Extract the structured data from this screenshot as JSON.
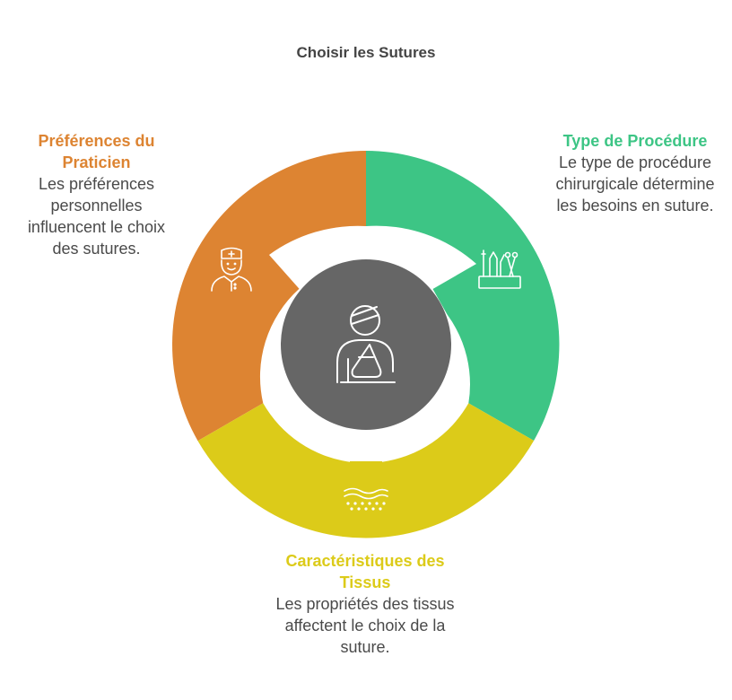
{
  "title": "Choisir les Sutures",
  "colors": {
    "orange": "#DD8432",
    "green": "#3DC585",
    "yellow": "#DCCB19",
    "center": "#666666",
    "title": "#444444",
    "body_text": "#4A4A4A"
  },
  "segments": [
    {
      "key": "left",
      "heading": "Préférences du Praticien",
      "text": "Les préférences personnelles influencent le choix des sutures.",
      "color": "#DD8432",
      "icon": "doctor-icon"
    },
    {
      "key": "right",
      "heading": "Type de Procédure",
      "text": "Le type de procédure chirurgicale détermine les besoins en suture.",
      "color": "#3DC585",
      "icon": "surgical-instruments-icon"
    },
    {
      "key": "bottom",
      "heading": "Caractéristiques des Tissus",
      "text": "Les propriétés des tissus affectent le choix de la suture.",
      "color": "#DCCB19",
      "icon": "tissue-layers-icon"
    }
  ],
  "center": {
    "icon": "injured-patient-icon",
    "color": "#666666"
  }
}
